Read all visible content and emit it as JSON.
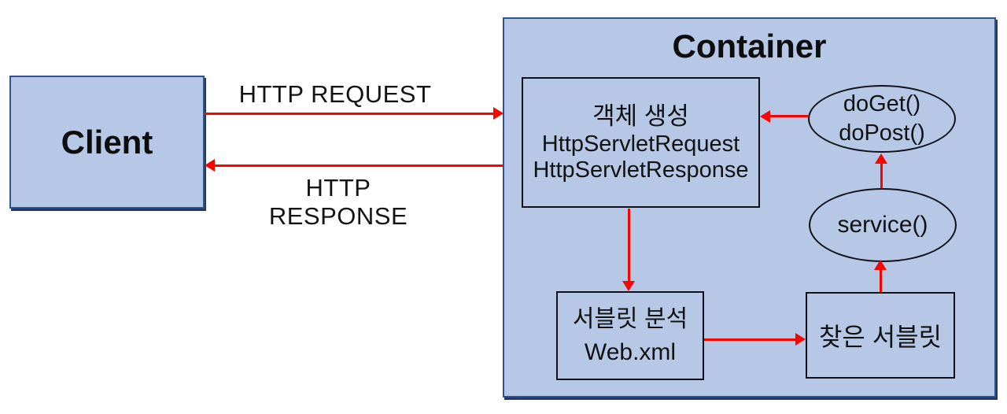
{
  "client": {
    "label": "Client"
  },
  "flow": {
    "request_label": "HTTP REQUEST",
    "response_label": "HTTP RESPONSE"
  },
  "container": {
    "title": "Container",
    "object_creation": {
      "line1": "객체 생성",
      "line2": "HttpServletRequest",
      "line3": "HttpServletResponse"
    },
    "do_methods": {
      "line1": "doGet()",
      "line2": "doPost()"
    },
    "service": {
      "label": "service()"
    },
    "servlet_analysis": {
      "line1": "서블릿 분석",
      "line2": "Web.xml"
    },
    "found_servlet": {
      "label": "찾은 서블릿"
    }
  },
  "colors": {
    "fill": "#b7c8e6",
    "border": "#2f548c",
    "border_dark": "#1f3864",
    "ink": "#101018",
    "arrow": "#fa0400",
    "text": "#121212"
  }
}
